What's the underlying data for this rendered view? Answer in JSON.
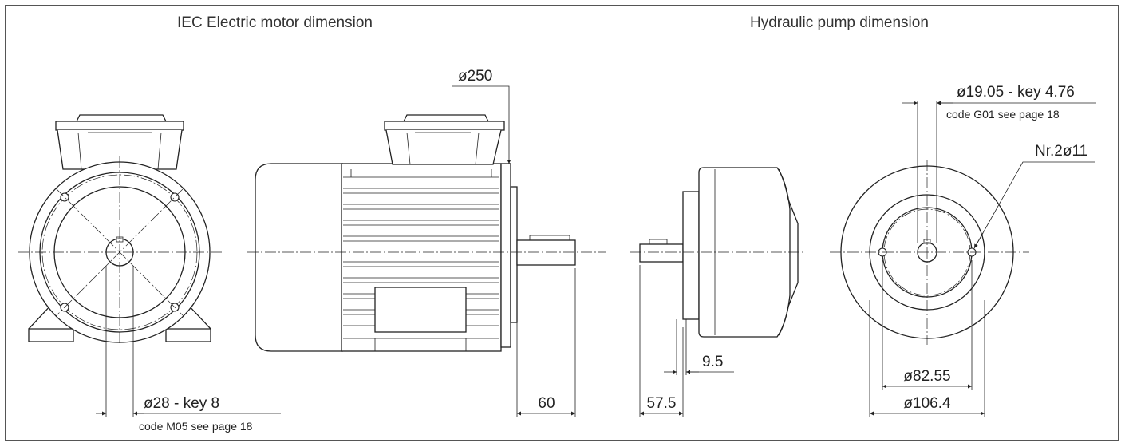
{
  "titles": {
    "motor": "IEC Electric motor dimension",
    "pump": "Hydraulic pump dimension"
  },
  "dimensions": {
    "motor_flange_diameter": "ø250",
    "motor_shaft": "ø28 - key 8",
    "motor_shaft_code": "code M05 see page 18",
    "motor_shaft_length": "60",
    "pump_shaft": "ø19.05 - key 4.76",
    "pump_shaft_code": "code G01 see page 18",
    "pump_holes": "Nr.2ø11",
    "pump_flange_thickness": "9.5",
    "pump_shaft_length": "57.5",
    "pump_pilot_diameter": "ø82.55",
    "pump_bolt_circle": "ø106.4"
  },
  "colors": {
    "line": "#222222",
    "title": "#333333",
    "frame": "#555555"
  }
}
